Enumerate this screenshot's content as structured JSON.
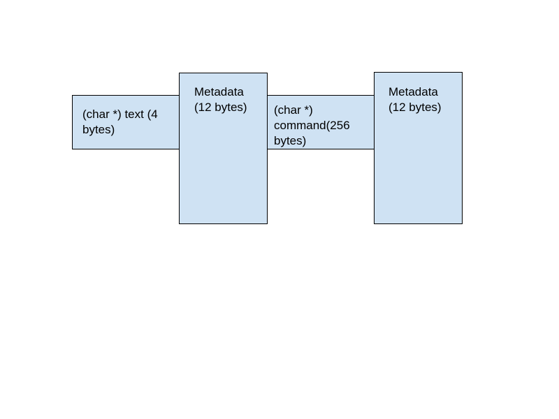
{
  "diagram": {
    "blocks": [
      {
        "label": "(char *) text (4 bytes)"
      },
      {
        "label": "Metadata (12 bytes)"
      },
      {
        "label": "(char *) command(256 bytes)"
      },
      {
        "label": "Metadata (12 bytes)"
      }
    ]
  },
  "colors": {
    "block_fill": "#cfe2f3",
    "block_border": "#000000",
    "background": "#ffffff"
  }
}
